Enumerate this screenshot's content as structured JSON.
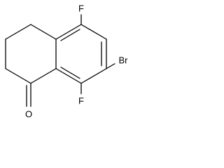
{
  "molecule": {
    "atoms": {
      "f_top": "F",
      "br": "Br",
      "f_bottom": "F",
      "o": "O"
    },
    "colors": {
      "bond": "#000000",
      "label": "#000000",
      "background": "#ffffff"
    }
  }
}
